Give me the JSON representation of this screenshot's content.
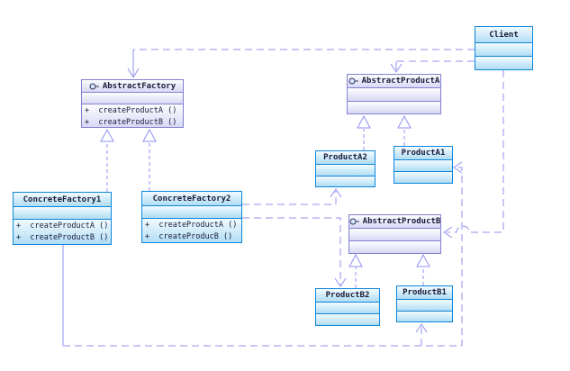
{
  "diagram": {
    "pattern": "Abstract Factory",
    "kind": "UML class diagram"
  },
  "colors": {
    "connector": "#8f8ff0",
    "purple_border": "#8181ce",
    "purple_top": "#fdfdff",
    "purple_bot": "#d8d8f6",
    "cyan_border": "#0e86da",
    "cyan_top": "#f3fbff",
    "cyan_bot": "#b0ddf4",
    "text": "#1b1b3a"
  },
  "classes": {
    "client": {
      "name": "Client"
    },
    "abstract_factory": {
      "name": "AbstractFactory",
      "stereotype_icon": "interface-icon",
      "methods": [
        "+  createProductA ()",
        "+  createProductB ()"
      ]
    },
    "abstract_product_a": {
      "name": "AbstractProductA",
      "stereotype_icon": "interface-icon"
    },
    "abstract_product_b": {
      "name": "AbstractProductB",
      "stereotype_icon": "interface-icon"
    },
    "product_a2": {
      "name": "ProductA2"
    },
    "product_a1": {
      "name": "ProductA1"
    },
    "product_b2": {
      "name": "ProductB2"
    },
    "product_b1": {
      "name": "ProductB1"
    },
    "concrete_factory_1": {
      "name": "ConcreteFactory1",
      "methods": [
        "+  createProductA ()",
        "+  createProductB ()"
      ]
    },
    "concrete_factory_2": {
      "name": "ConcreteFactory2",
      "methods": [
        "+  createProductA ()",
        "+  createProducB ()"
      ]
    }
  },
  "relations": [
    {
      "type": "dependency",
      "from": "Client",
      "to": "AbstractFactory"
    },
    {
      "type": "dependency",
      "from": "Client",
      "to": "AbstractProductA"
    },
    {
      "type": "dependency",
      "from": "Client",
      "to": "AbstractProductB"
    },
    {
      "type": "realization",
      "from": "ConcreteFactory1",
      "to": "AbstractFactory"
    },
    {
      "type": "realization",
      "from": "ConcreteFactory2",
      "to": "AbstractFactory"
    },
    {
      "type": "realization",
      "from": "ProductA2",
      "to": "AbstractProductA"
    },
    {
      "type": "realization",
      "from": "ProductA1",
      "to": "AbstractProductA"
    },
    {
      "type": "realization",
      "from": "ProductB2",
      "to": "AbstractProductB"
    },
    {
      "type": "realization",
      "from": "ProductB1",
      "to": "AbstractProductB"
    },
    {
      "type": "dependency",
      "from": "ConcreteFactory2",
      "to": "ProductA2"
    },
    {
      "type": "dependency",
      "from": "ConcreteFactory2",
      "to": "ProductB2"
    },
    {
      "type": "dependency",
      "from": "ConcreteFactory1",
      "to": "ProductA1"
    },
    {
      "type": "dependency",
      "from": "ConcreteFactory1",
      "to": "ProductB1"
    }
  ]
}
